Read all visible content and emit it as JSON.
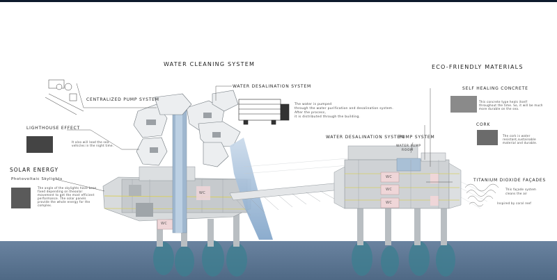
{
  "headings": {
    "water_cleaning": "WATER CLEANING SYSTEM",
    "eco_materials": "ECO-FRIENDLY MATERIALS",
    "solar_energy": "SOLAR ENERGY"
  },
  "labels": {
    "centralized_pump": "CENTRALIZED PUMP SYSTEM",
    "lighthouse": "LIGHTHOUSE EFFECT",
    "photovoltaic": "Photovoltaic Skylights",
    "water_desal_top": "WATER DESALINATION SYSTEM",
    "water_desal_right": "WATER DESALINATION SYSTEM",
    "pump_system": "PUMP SYSTEM",
    "water_pump_room_1": "WATER PUMP",
    "water_pump_room_2": "ROOM",
    "self_healing": "SELF HEALING CONCRETE",
    "cork": "CORK",
    "titanium": "TITANIUM DIOXIDE FAÇADES"
  },
  "descriptions": {
    "lighthouse": "It also will lead the sea vehicles in the night time.",
    "solar": "The angle of the skylights have been fixed depending on theoolar movement to get the most efficient performance. The solar panels provide the whole energy for the complex.",
    "water_pumped_1": "The water is pumped",
    "water_pumped_2": "through the water purification and desalination system.",
    "water_pumped_3": "After the process,",
    "water_pumped_4": "it is distributed through the building.",
    "self_healing": "This concrete type heals itself throughout the time. So, it will be much more durable on the sea.",
    "cork": "The cork is water resistant,sustainable material and durable.",
    "titanium_1": "This façade system",
    "titanium_2": "cleans the air",
    "titanium_3": "Inspired by coral reef"
  },
  "room_labels": [
    "WC",
    "WC",
    "WC",
    "WC",
    "WC"
  ],
  "colors": {
    "sea": "#5e7793",
    "sea_deep": "#4e6884",
    "accent_blue": "#7fa3c8",
    "pink": "#efd6d8",
    "yellow_line": "#d8cf62",
    "structure": "#cdd0d2",
    "top_bar": "#0d1a2c"
  }
}
